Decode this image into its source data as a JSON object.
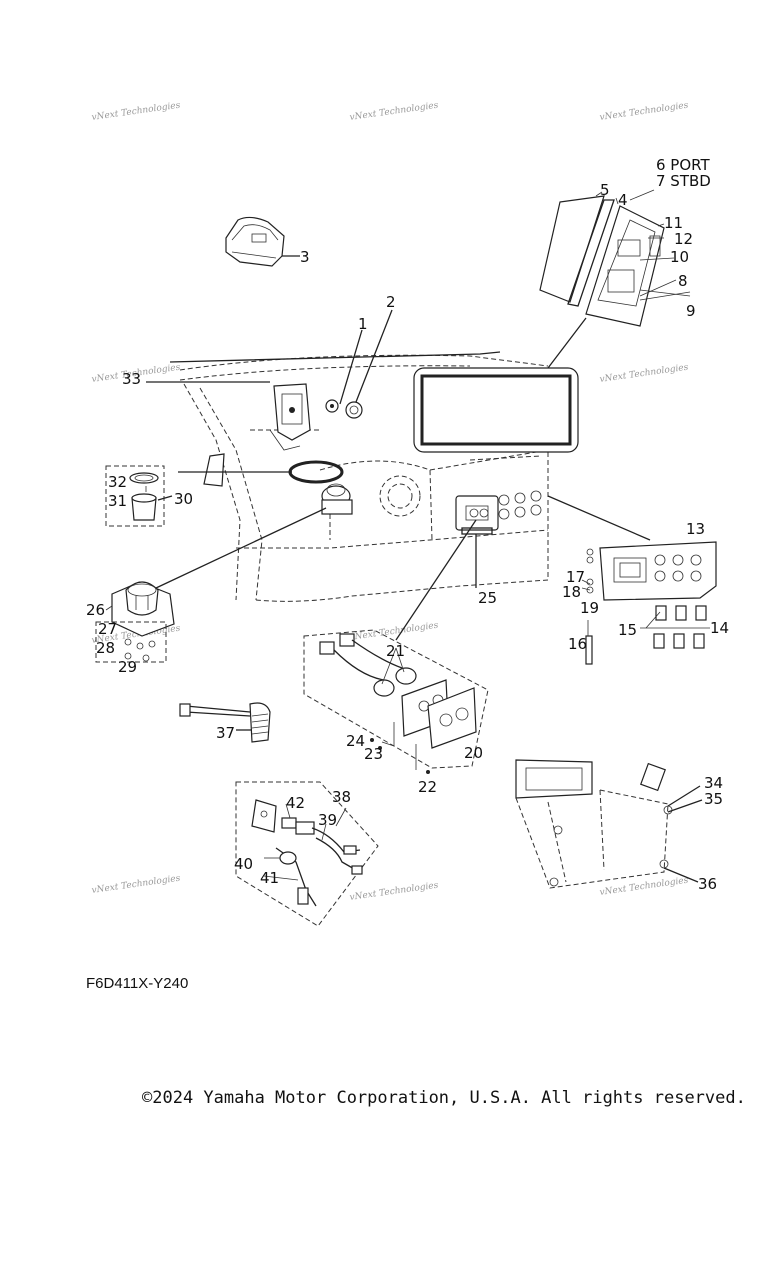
{
  "diagram": {
    "callouts": [
      {
        "id": "c1",
        "label": "1"
      },
      {
        "id": "c2",
        "label": "2"
      },
      {
        "id": "c3",
        "label": "3"
      },
      {
        "id": "c4",
        "label": "4"
      },
      {
        "id": "c5",
        "label": "5"
      },
      {
        "id": "c6",
        "label": "6 PORT"
      },
      {
        "id": "c7",
        "label": "7 STBD"
      },
      {
        "id": "c8",
        "label": "8"
      },
      {
        "id": "c9",
        "label": "9"
      },
      {
        "id": "c10",
        "label": "10"
      },
      {
        "id": "c11",
        "label": "11"
      },
      {
        "id": "c12",
        "label": "12"
      },
      {
        "id": "c13",
        "label": "13"
      },
      {
        "id": "c14",
        "label": "14"
      },
      {
        "id": "c15",
        "label": "15"
      },
      {
        "id": "c16",
        "label": "16"
      },
      {
        "id": "c17",
        "label": "17"
      },
      {
        "id": "c18",
        "label": "18"
      },
      {
        "id": "c19",
        "label": "19"
      },
      {
        "id": "c20",
        "label": "20"
      },
      {
        "id": "c21",
        "label": "21"
      },
      {
        "id": "c22",
        "label": "22"
      },
      {
        "id": "c23",
        "label": "23"
      },
      {
        "id": "c24",
        "label": "24"
      },
      {
        "id": "c25",
        "label": "25"
      },
      {
        "id": "c26",
        "label": "26"
      },
      {
        "id": "c27",
        "label": "27"
      },
      {
        "id": "c28",
        "label": "28"
      },
      {
        "id": "c29",
        "label": "29"
      },
      {
        "id": "c30",
        "label": "30"
      },
      {
        "id": "c31",
        "label": "31"
      },
      {
        "id": "c32",
        "label": "32"
      },
      {
        "id": "c33",
        "label": "33"
      },
      {
        "id": "c34",
        "label": "34"
      },
      {
        "id": "c35",
        "label": "35"
      },
      {
        "id": "c36",
        "label": "36"
      },
      {
        "id": "c37",
        "label": "37"
      },
      {
        "id": "c38",
        "label": "38"
      },
      {
        "id": "c39",
        "label": "39"
      },
      {
        "id": "c40",
        "label": "40"
      },
      {
        "id": "c41",
        "label": "41"
      },
      {
        "id": "c42",
        "label": "42"
      }
    ],
    "watermark_text": "vNext Technologies",
    "part_code": "F6D411X-Y240"
  },
  "footer": {
    "copyright": "©2024 Yamaha Motor Corporation, U.S.A. All rights reserved."
  },
  "colors": {
    "line": "#222222",
    "watermark": "#9a9a9a",
    "background": "#ffffff"
  }
}
